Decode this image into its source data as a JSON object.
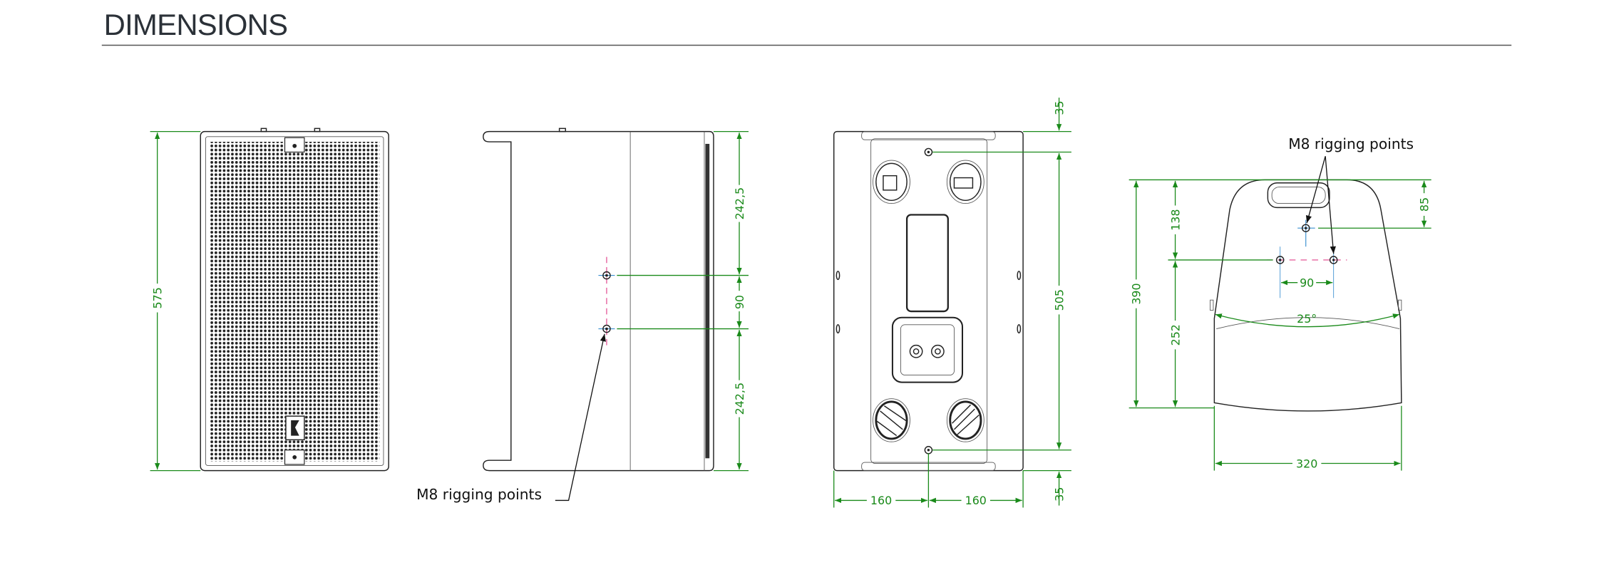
{
  "header": {
    "title": "DIMENSIONS"
  },
  "front_view": {
    "height": "575"
  },
  "side_view": {
    "top": "242,5",
    "spacing": "90",
    "bottom": "242,5",
    "callout": "M8 rigging points"
  },
  "rear_view": {
    "top_offset": "35",
    "rigging_span": "505",
    "bottom_offset": "35",
    "left_half": "160",
    "right_half": "160"
  },
  "top_view": {
    "callout": "M8 rigging points",
    "height": "390",
    "upper": "138",
    "lower": "252",
    "point_offset": "85",
    "spacing": "90",
    "angle": "25°",
    "width": "320"
  },
  "colors": {
    "dimension": "#1a8a1a",
    "title": "#2b3138",
    "centerline": "#e0408a"
  }
}
